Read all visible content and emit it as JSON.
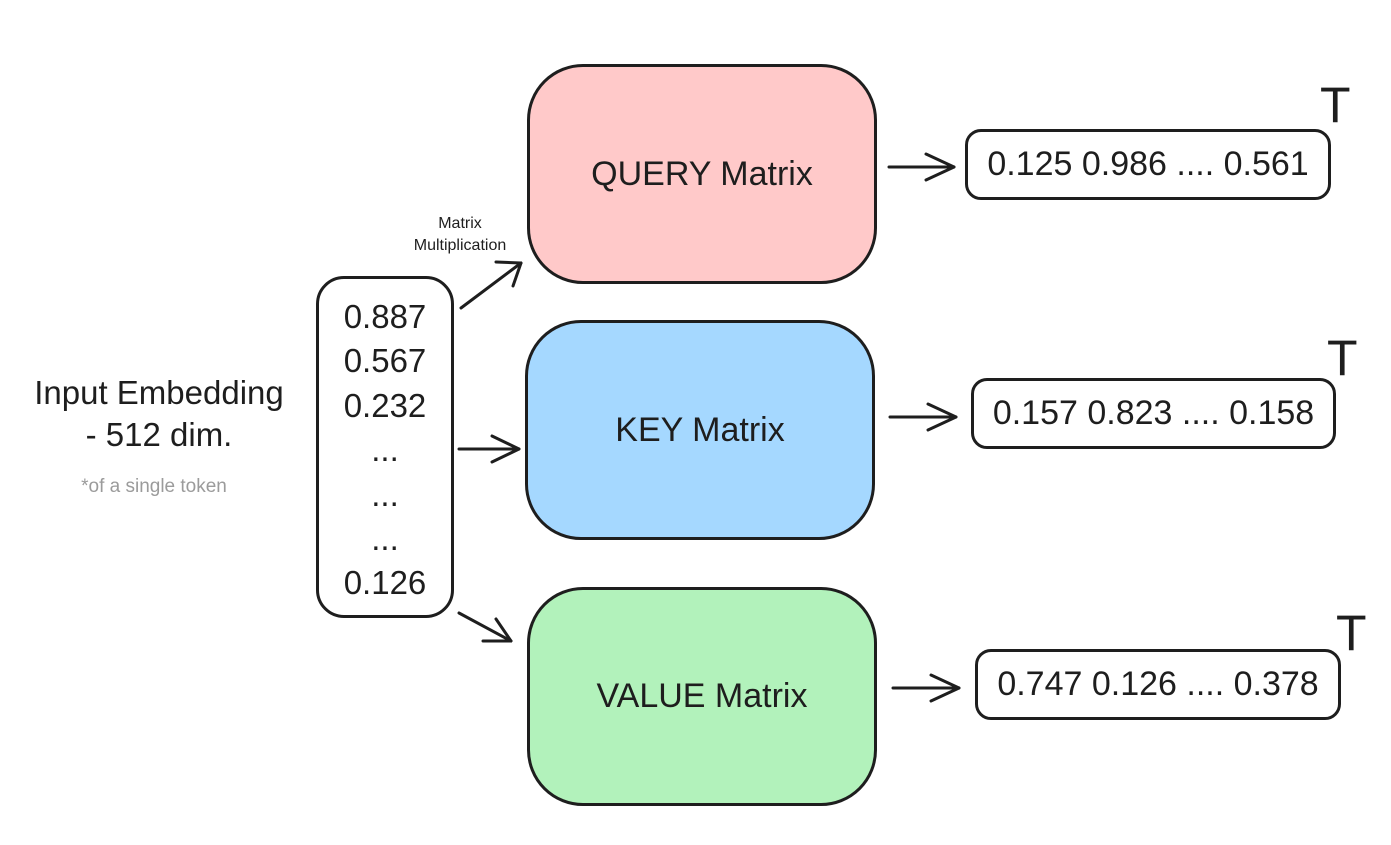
{
  "input": {
    "label_line1": "Input Embedding",
    "label_line2": "- 512 dim.",
    "note": "*of a single token",
    "values": [
      "0.887",
      "0.567",
      "0.232",
      "...",
      "...",
      "...",
      "0.126"
    ]
  },
  "operation_label": {
    "line1": "Matrix",
    "line2": "Multiplication"
  },
  "matrices": {
    "query": {
      "label": "QUERY Matrix",
      "color": "#ffc9c9"
    },
    "key": {
      "label": "KEY Matrix",
      "color": "#a5d8ff"
    },
    "value": {
      "label": "VALUE Matrix",
      "color": "#b2f2bb"
    }
  },
  "outputs": {
    "query": {
      "text": "0.125 0.986 .... 0.561",
      "superscript": "T"
    },
    "key": {
      "text": "0.157 0.823 .... 0.158",
      "superscript": "T"
    },
    "value": {
      "text": "0.747 0.126 .... 0.378",
      "superscript": "T"
    }
  }
}
